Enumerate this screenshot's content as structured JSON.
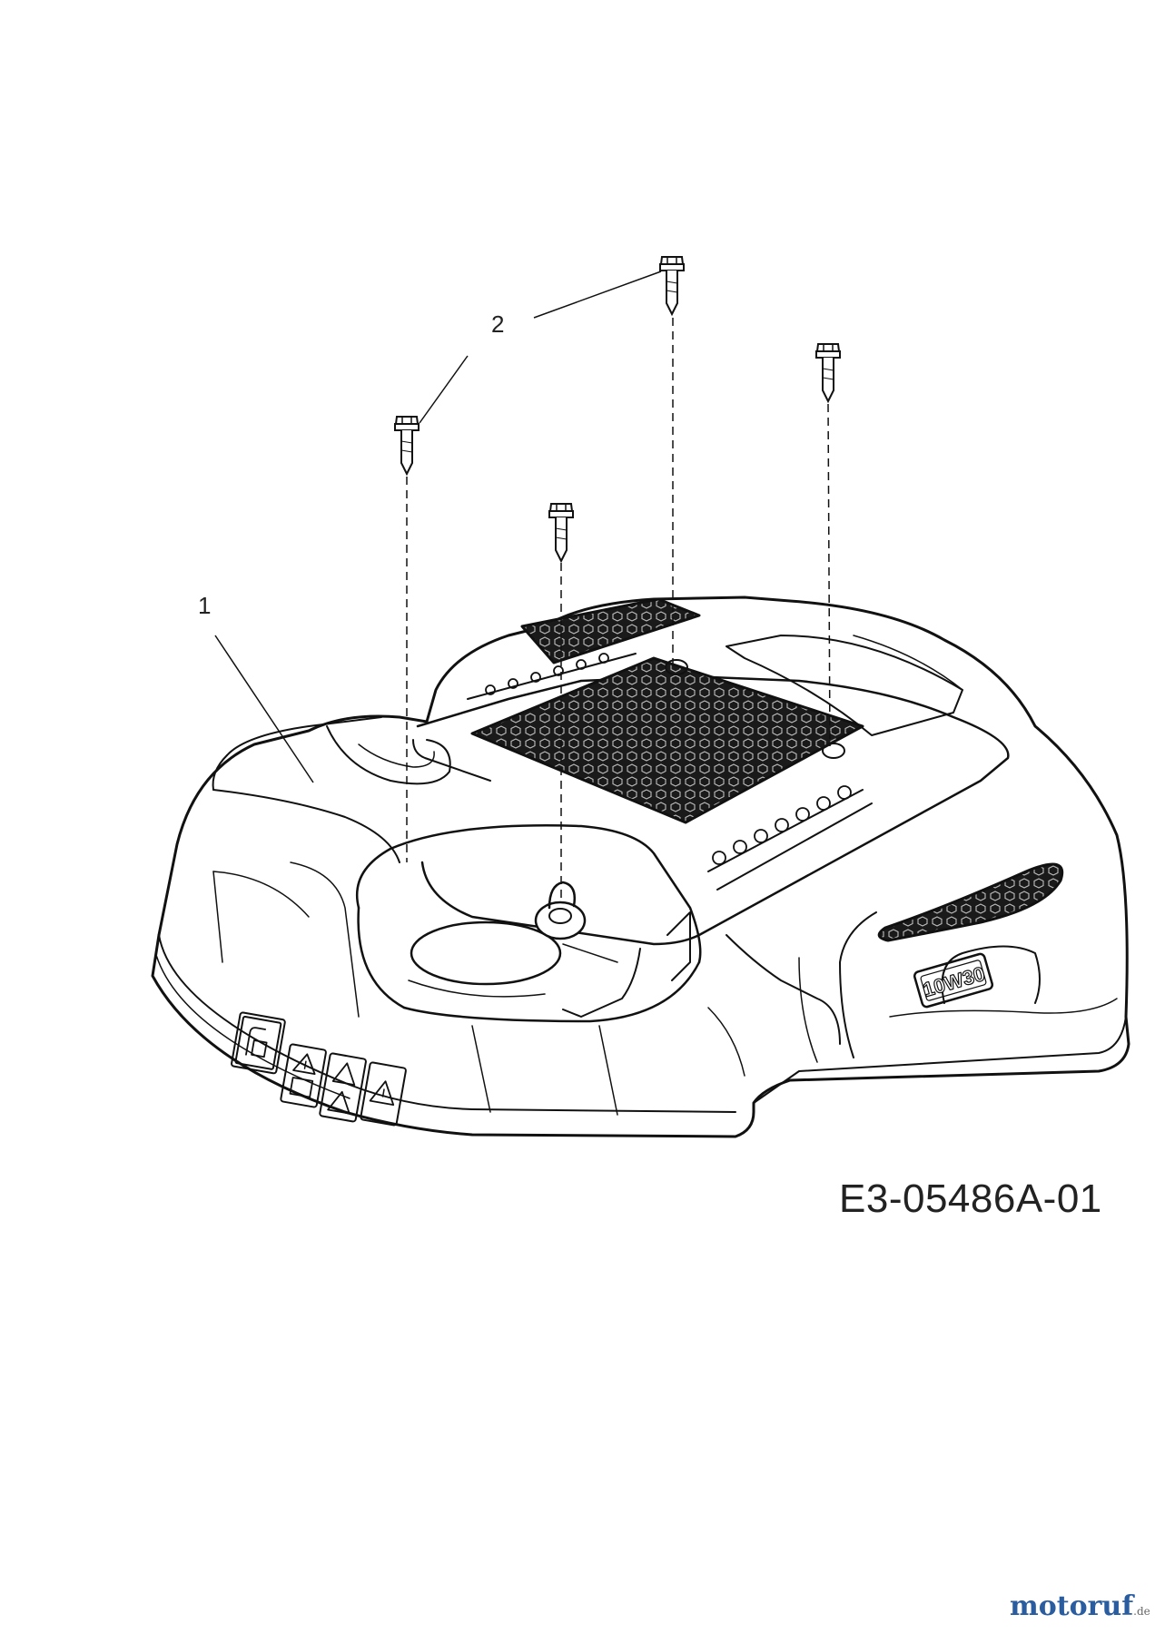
{
  "callouts": {
    "cover": "1",
    "screws": "2"
  },
  "oil_label": "10W30",
  "diagram_code": "E3-05486A-01",
  "watermark": {
    "name": "motoruf",
    "tld": ".de"
  }
}
